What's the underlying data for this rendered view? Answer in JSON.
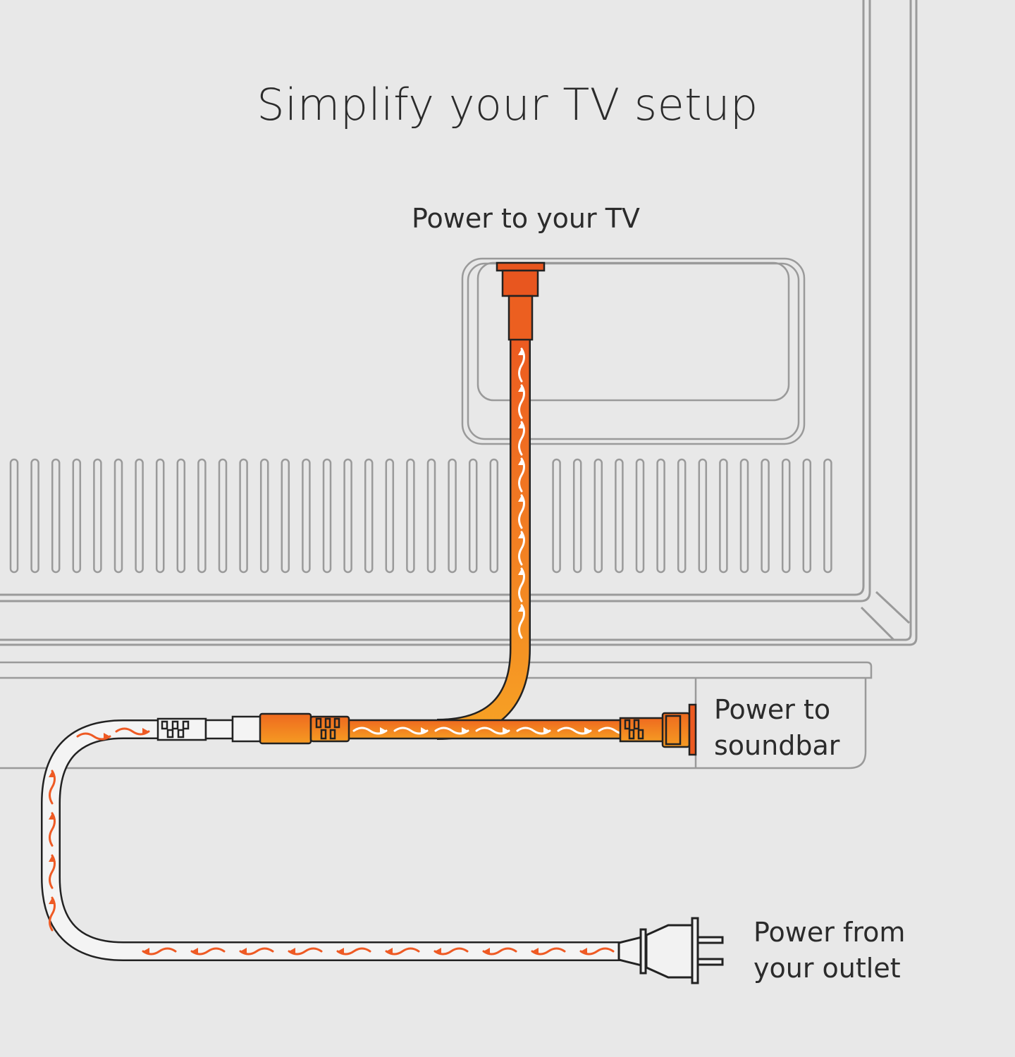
{
  "title": "Simplify your TV setup",
  "labels": {
    "tv": "Power to your TV",
    "soundbar_line1": "Power to",
    "soundbar_line2": "soundbar",
    "outlet_line1": "Power from",
    "outlet_line2": "your outlet"
  },
  "colors": {
    "background": "#e8e8e8",
    "outline": "#9a9a9a",
    "cable_orange": "#f07d1e",
    "cable_dark_orange": "#e8561f",
    "arrow_orange": "#ee5a24"
  }
}
